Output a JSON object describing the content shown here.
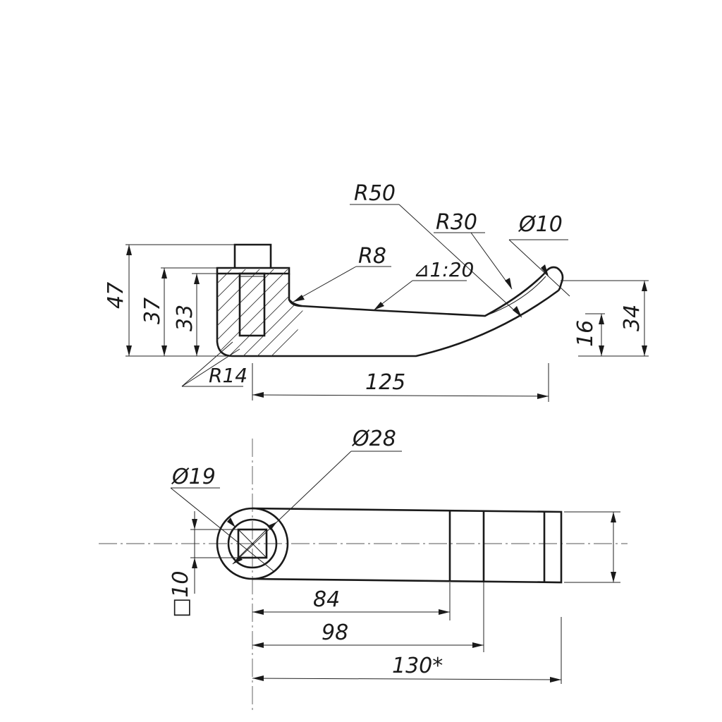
{
  "dimensions": {
    "r50": "R50",
    "r30": "R30",
    "d10": "Ø10",
    "r8": "R8",
    "taper": "⊿1:20",
    "h47": "47",
    "h37": "37",
    "h33": "33",
    "h16": "16",
    "h34": "34",
    "r14": "R14",
    "l125": "125",
    "d28": "Ø28",
    "d19": "Ø19",
    "sq10": "□10",
    "l84": "84",
    "l98": "98",
    "l130": "130*"
  }
}
